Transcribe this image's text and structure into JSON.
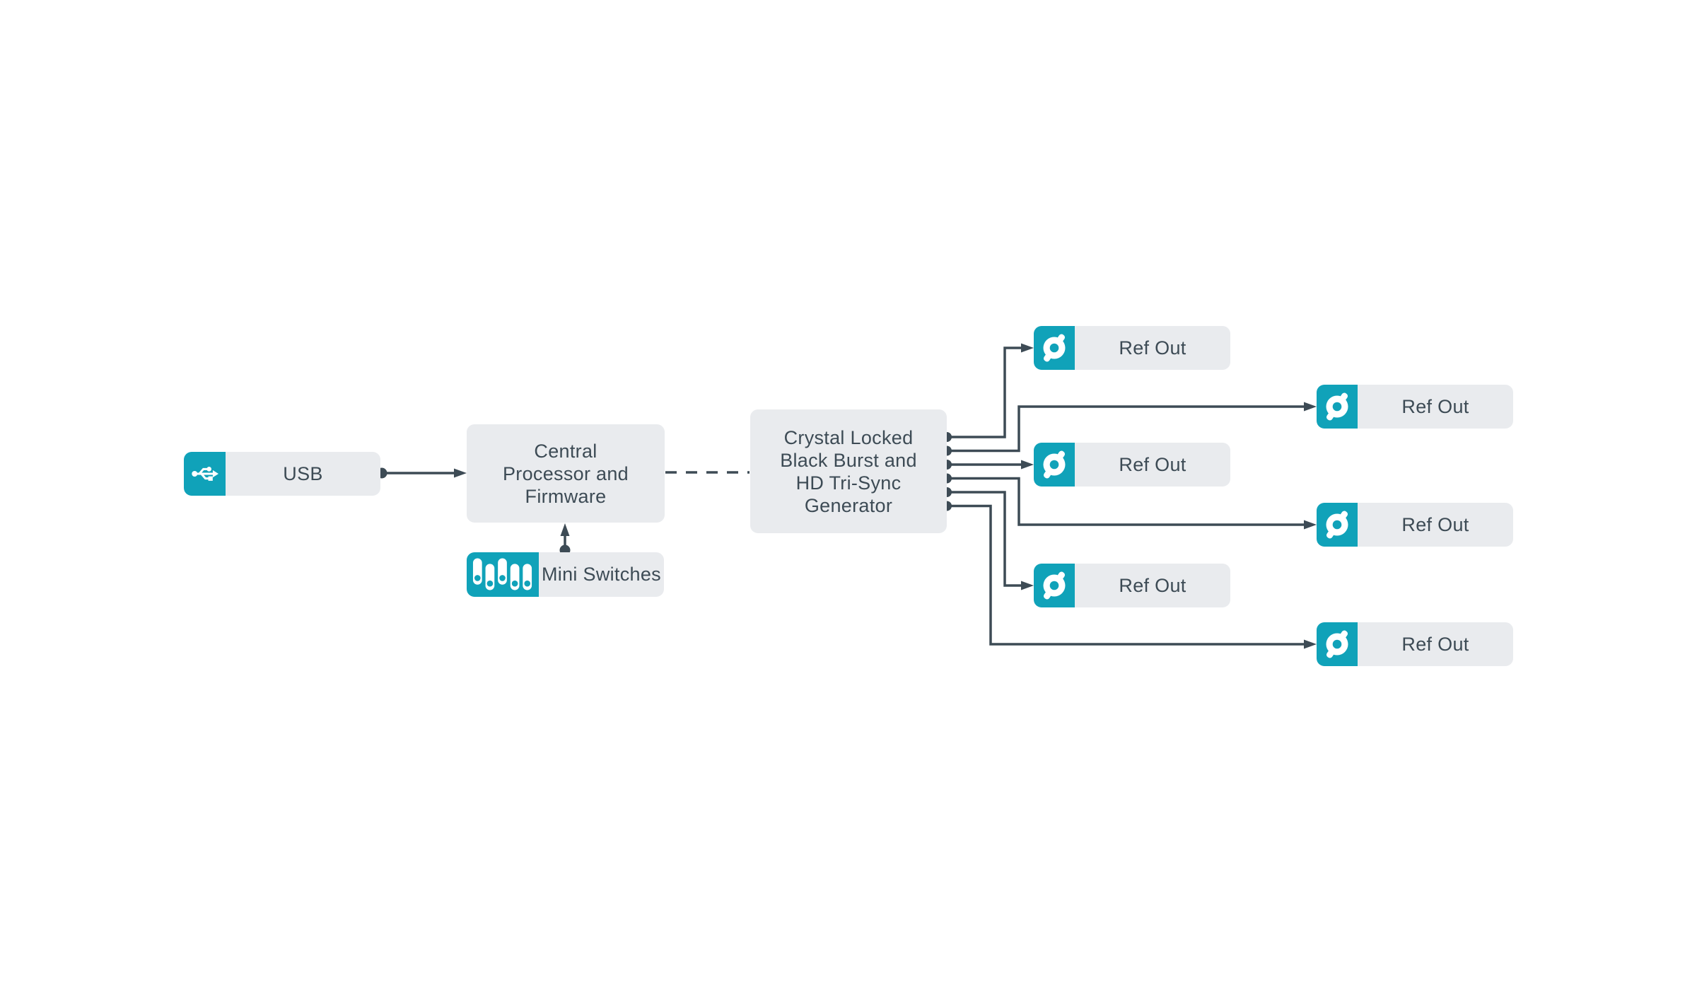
{
  "diagram": {
    "description": "Sync generator signal flow diagram",
    "colors": {
      "accent_teal": "#10a2b9",
      "line_slate": "#3d4b55",
      "block_gray": "#e9ebee",
      "canvas_background": "#ffffff"
    },
    "icons": {
      "usb": "usb-icon",
      "mini_switches": "dip-switches-icon",
      "ref_out": "genlock-reference-icon"
    }
  },
  "nodes": {
    "usb": {
      "label": "USB"
    },
    "central_processor": {
      "label": "Central\nProcessor and\nFirmware"
    },
    "mini_switches": {
      "label": "Mini Switches"
    },
    "sync_generator": {
      "label": "Crystal Locked\nBlack Burst and\nHD Tri-Sync\nGenerator"
    },
    "ref_outs": [
      {
        "label": "Ref Out"
      },
      {
        "label": "Ref Out"
      },
      {
        "label": "Ref Out"
      },
      {
        "label": "Ref Out"
      },
      {
        "label": "Ref Out"
      },
      {
        "label": "Ref Out"
      }
    ]
  }
}
